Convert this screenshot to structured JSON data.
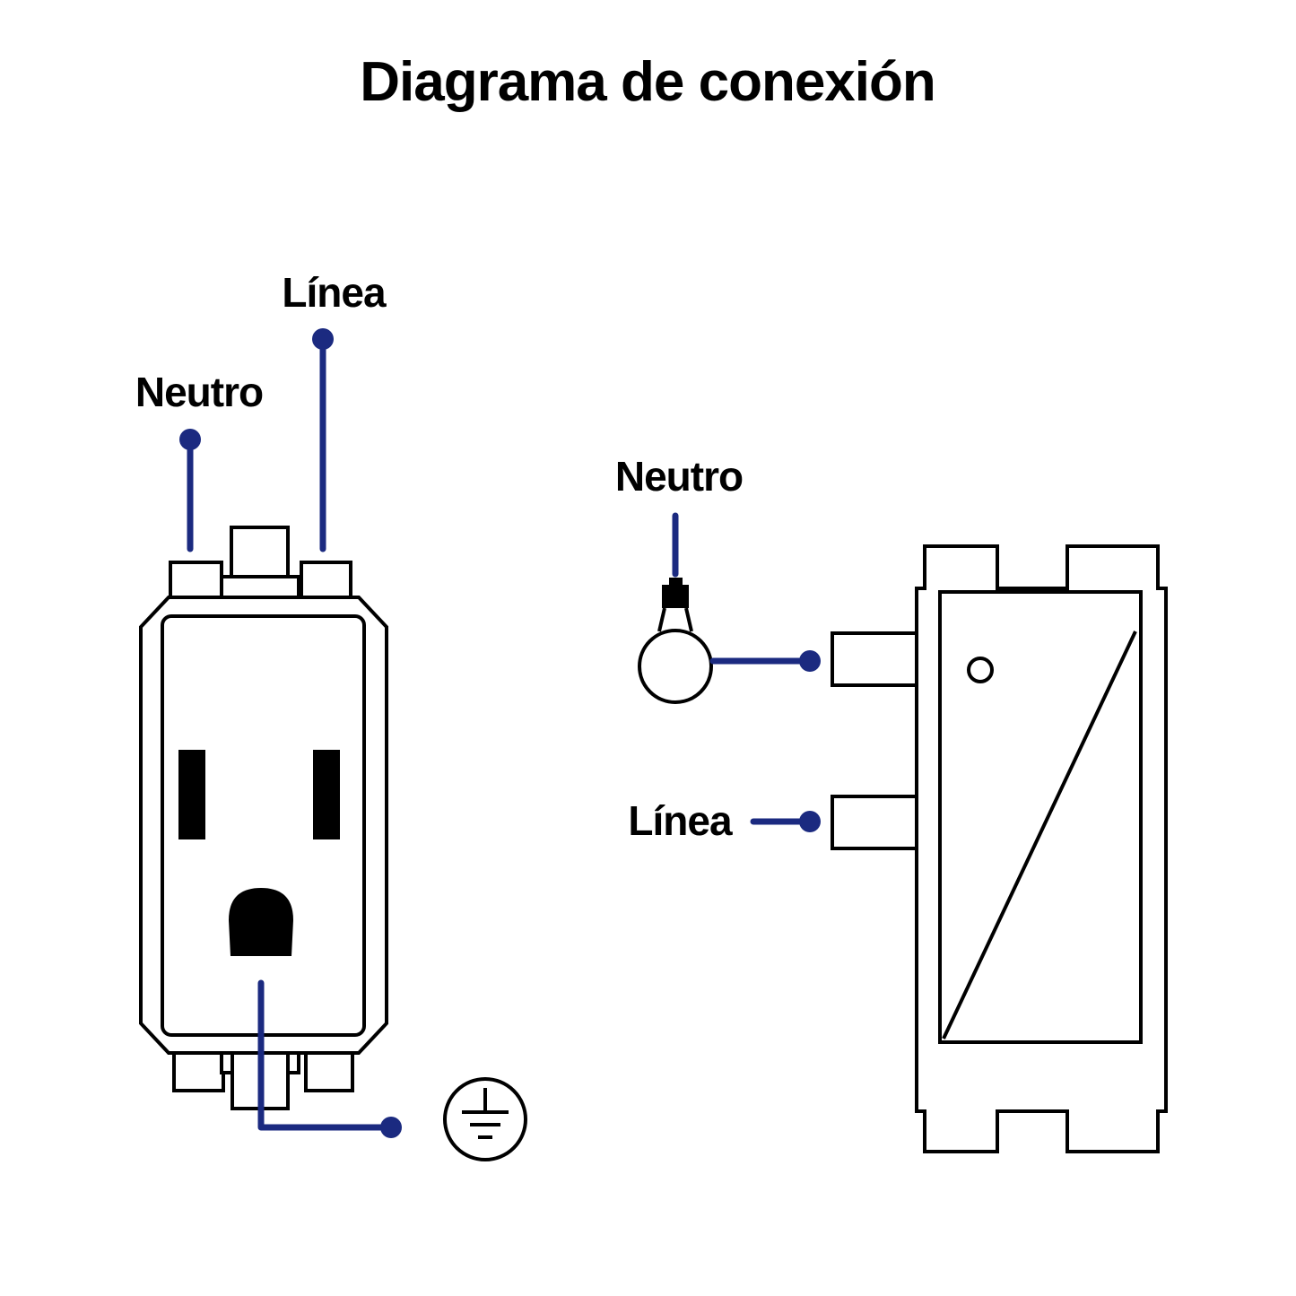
{
  "title": "Diagrama de conexión",
  "outlet": {
    "label_linea": "Línea",
    "label_neutro": "Neutro"
  },
  "switch": {
    "label_neutro": "Neutro",
    "label_linea": "Línea"
  },
  "colors": {
    "wire": "#1b2a80",
    "outline": "#000000",
    "background": "#ffffff"
  }
}
